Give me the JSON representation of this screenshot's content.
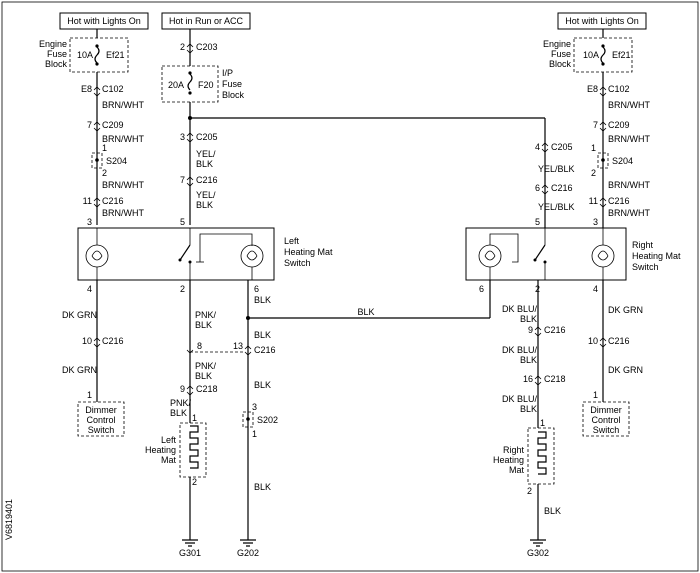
{
  "sources": {
    "left_hot": "Hot with Lights On",
    "center_hot": "Hot in Run or ACC",
    "right_hot": "Hot with Lights On"
  },
  "fuse_blocks": {
    "engine_fuse_block_label": [
      "Engine",
      "Fuse",
      "Block"
    ],
    "left_fuse_amp": "10A",
    "left_fuse_id": "Ef21",
    "right_fuse_amp": "10A",
    "right_fuse_id": "Ef21",
    "ip_fuse_block_label": [
      "I/P",
      "Fuse",
      "Block"
    ],
    "ip_fuse_amp": "20A",
    "ip_fuse_id": "F20"
  },
  "connectors": {
    "c203": "C203",
    "c102": "C102",
    "c209": "C209",
    "c205": "C205",
    "c216": "C216",
    "c218": "C218",
    "s204": "S204",
    "s202": "S202"
  },
  "pins": {
    "p2": "2",
    "p4": "4",
    "p6": "6",
    "p7": "7",
    "p8": "8",
    "p9": "9",
    "p10": "10",
    "p11": "11",
    "p13": "13",
    "p16": "16",
    "p1": "1",
    "p3": "3",
    "p5": "5",
    "e8": "E8"
  },
  "wires": {
    "brn_wht": "BRN/WHT",
    "yel": "YEL/",
    "blk_part": "BLK",
    "yel_blk": "YEL/BLK",
    "dk_grn": "DK GRN",
    "pnk": "PNK/",
    "dk_blu": "DK BLU/",
    "blk": "BLK"
  },
  "components": {
    "left_switch": [
      "Left",
      "Heating Mat",
      "Switch"
    ],
    "right_switch": [
      "Right",
      "Heating Mat",
      "Switch"
    ],
    "dimmer": [
      "Dimmer",
      "Control",
      "Switch"
    ],
    "left_mat": [
      "Left",
      "Heating",
      "Mat"
    ],
    "right_mat": [
      "Right",
      "Heating",
      "Mat"
    ]
  },
  "grounds": {
    "g301": "G301",
    "g202": "G202",
    "g302": "G302"
  },
  "side_code": "V6819401"
}
